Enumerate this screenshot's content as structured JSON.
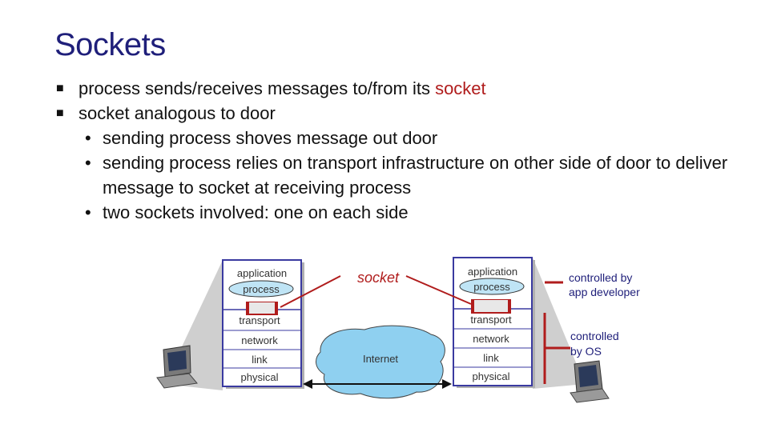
{
  "slide": {
    "title": "Sockets",
    "bullets": [
      {
        "level": 1,
        "parts": [
          "process sends/receives messages to/from its ",
          "socket"
        ]
      },
      {
        "level": 1,
        "parts": [
          "socket analogous to door"
        ]
      },
      {
        "level": 2,
        "parts": [
          "sending process shoves message out door"
        ]
      },
      {
        "level": 2,
        "parts": [
          "sending process relies on transport infrastructure on other side of door to deliver message to socket at receiving process"
        ]
      },
      {
        "level": 2,
        "parts": [
          "two sockets involved: one on each side"
        ]
      }
    ],
    "accent_color": "#b01c1c",
    "title_color": "#1f1f7a"
  },
  "diagram": {
    "left_stack": {
      "application": "application",
      "process": "process",
      "transport": "transport",
      "network": "network",
      "link": "link",
      "physical": "physical"
    },
    "right_stack": {
      "application": "application",
      "process": "process",
      "transport": "transport",
      "network": "network",
      "link": "link",
      "physical": "physical"
    },
    "socket_label": "socket",
    "cloud_label": "Internet",
    "annotation_app": [
      "controlled by",
      "app developer"
    ],
    "annotation_os": [
      "controlled",
      "by OS"
    ]
  }
}
